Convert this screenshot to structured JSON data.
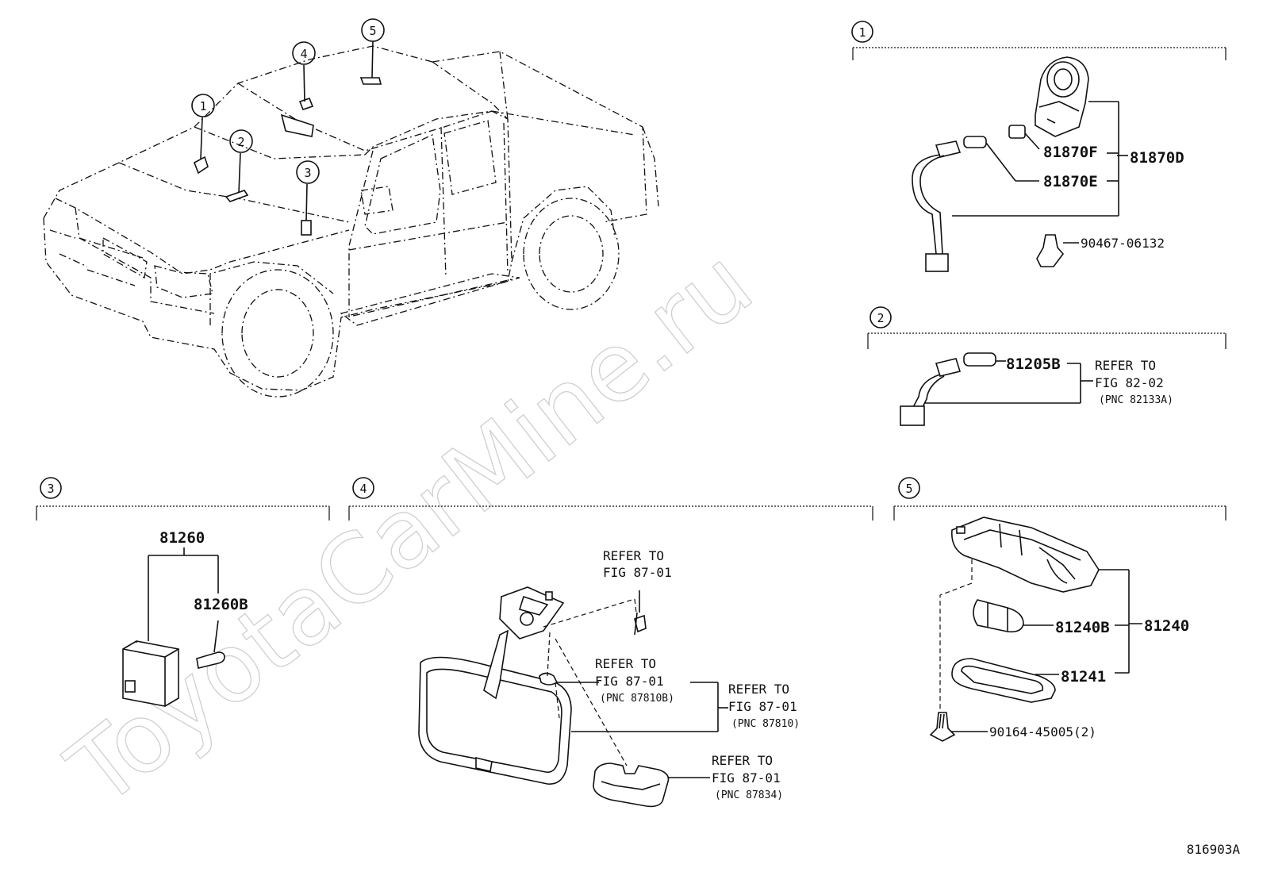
{
  "watermark": "ToyotaCarMine.ru",
  "figure_code": "816903A",
  "locator_numbers": [
    "1",
    "2",
    "3",
    "4",
    "5"
  ],
  "sections": {
    "s1": {
      "number": "1",
      "parts": [
        "81870F",
        "81870D",
        "81870E",
        "90467-06132"
      ]
    },
    "s2": {
      "number": "2",
      "parts": [
        "81205B"
      ],
      "refer": [
        "REFER TO",
        "FIG 82-02",
        "(PNC 82133A)"
      ]
    },
    "s3": {
      "number": "3",
      "parts": [
        "81260",
        "81260B"
      ]
    },
    "s4": {
      "number": "4",
      "refer_a": [
        "REFER TO",
        "FIG 87-01"
      ],
      "refer_b": [
        "REFER TO",
        "FIG 87-01",
        "(PNC 87810B)"
      ],
      "refer_c": [
        "REFER TO",
        "FIG 87-01",
        "(PNC 87810)"
      ],
      "refer_d": [
        "REFER TO",
        "FIG 87-01",
        "(PNC 87834)"
      ]
    },
    "s5": {
      "number": "5",
      "parts": [
        "81240B",
        "81240",
        "81241",
        "90164-45005(2)"
      ]
    }
  }
}
